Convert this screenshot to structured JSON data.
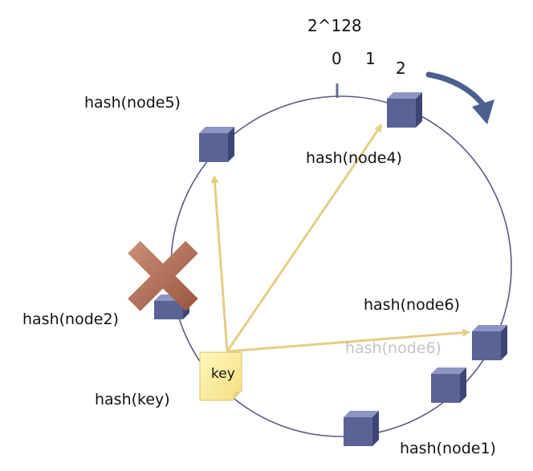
{
  "diagram": {
    "ring_top": {
      "max_label": "2^128",
      "zero_label": "0",
      "one_label": "1",
      "two_label": "2"
    },
    "labels": {
      "node5": "hash(node5)",
      "node4": "hash(node4)",
      "node2": "hash(node2)",
      "node6": "hash(node6)",
      "node6_faded": "hash(node6)",
      "node1": "hash(node1)",
      "key_hash": "hash(key)",
      "key_note": "key"
    },
    "colors": {
      "ring": "#5a5c82",
      "cube_front": "#5b6396",
      "cube_top": "#8e95c2",
      "cube_side": "#3e4575",
      "arrow": "#e3cf86",
      "removed_mark": "#b8735c",
      "key_note": "#fff3a8",
      "direction_arrow": "#4c5f8e"
    },
    "icons": {
      "removed": "x-mark-icon",
      "direction": "curved-arrow-icon"
    }
  }
}
